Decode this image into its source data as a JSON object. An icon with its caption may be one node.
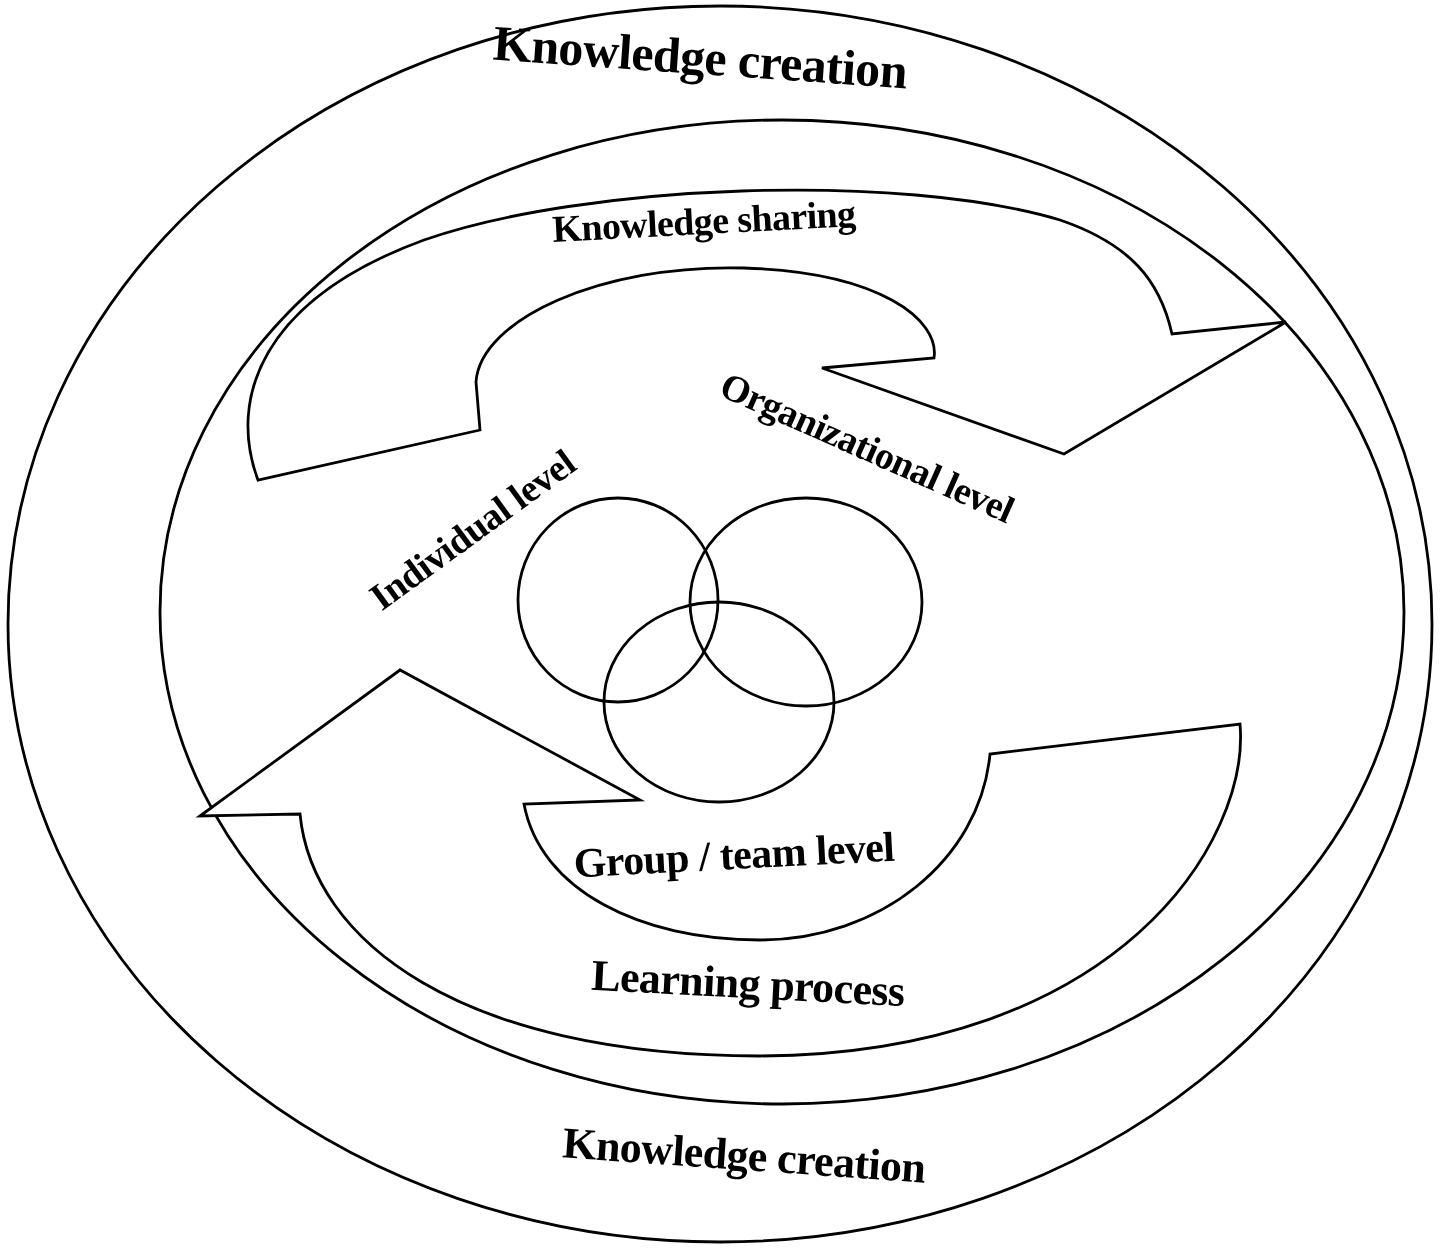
{
  "diagram": {
    "nodes": [
      {
        "text": [
          "Knowledge creation",
          "Knowledge creation"
        ]
      },
      {
        "text": [],
        "shape": "circle",
        "in": 0
      },
      {
        "text": [
          "Knowledge sharing"
        ],
        "in": 1
      },
      {
        "text": [
          "Learning process"
        ],
        "in": 1
      },
      {
        "text": [],
        "shape": "circle",
        "in": 1
      },
      {
        "text": [],
        "shape": "circle",
        "in": 1
      },
      {
        "text": [],
        "shape": "circle",
        "in": 1
      }
    ],
    "edges": [],
    "labels": [
      "Individual level",
      "Organizational level",
      "Group / team level"
    ]
  }
}
